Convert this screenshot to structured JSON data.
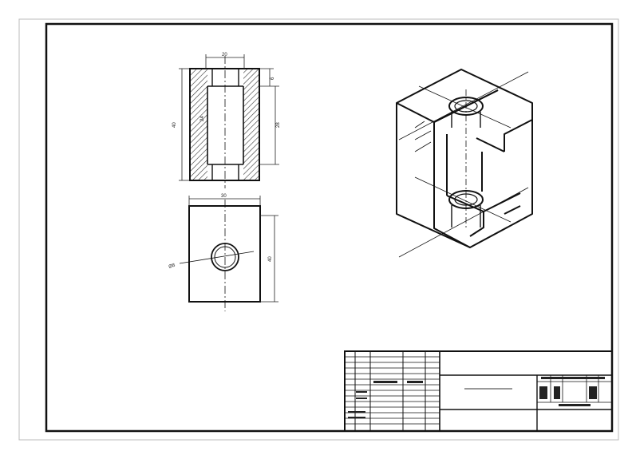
{
  "colors": {
    "line": "#111111",
    "hatch": "#333333",
    "paper": "#ffffff",
    "frame_shadow": "#d8d8d8"
  },
  "dimensions": {
    "top_width": "20",
    "top_height": "40",
    "top_right_small": "6",
    "top_right_mid": "28",
    "top_inner_left": "24",
    "bottom_width": "30",
    "bottom_height": "40",
    "diameter": "Ø8"
  }
}
